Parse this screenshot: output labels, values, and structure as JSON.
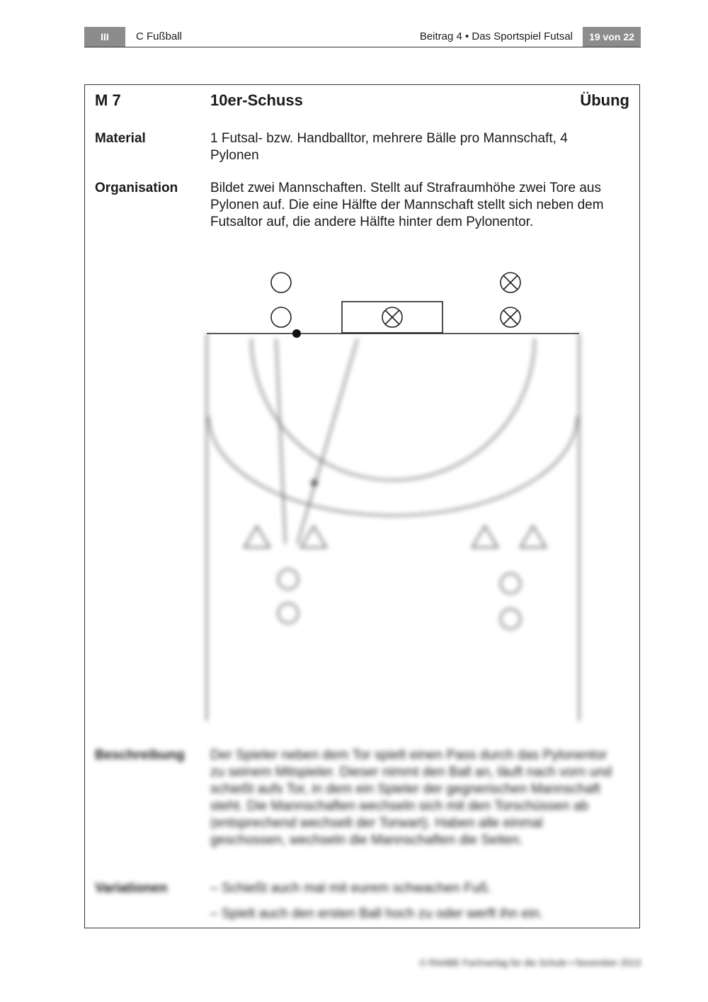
{
  "header": {
    "section": "III",
    "chapter": "C  Fußball",
    "article": "Beitrag 4 • Das Sportspiel Futsal",
    "page": "19 von 22"
  },
  "card": {
    "code": "M 7",
    "title": "10er-Schuss",
    "type": "Übung",
    "material_label": "Material",
    "material_text": "1 Futsal- bzw. Handballtor, mehrere Bälle pro Mannschaft, 4 Pylonen",
    "organisation_label": "Organisation",
    "organisation_text": "Bildet zwei Mannschaften. Stellt auf Strafraumhöhe zwei Tore aus Pylonen auf. Die eine Hälfte der Mannschaft stellt sich neben dem Futsaltor auf, die andere Hälfte hinter dem Pylonentor.",
    "beschreibung_label": "Beschreibung",
    "beschreibung_text": "Der Spieler neben dem Tor spielt einen Pass durch das Pylonentor zu seinem Mitspieler. Dieser nimmt den Ball an, läuft nach vorn und schießt aufs Tor, in dem ein Spieler der gegnerischen Mannschaft steht. Die Mannschaften wechseln sich mit den Torschüssen ab (entsprechend wechselt der Torwart). Haben alle einmal geschossen, wechseln die Mannschaften die Seiten.",
    "variationen_label": "Variationen",
    "variationen": [
      "–  Schießt auch mal mit eurem schwachen Fuß.",
      "–  Spielt auch den ersten Ball hoch zu oder werft ihn ein."
    ]
  },
  "footer": {
    "credit": "© RAABE Fachverlag für die Schule • November 2013"
  },
  "colors": {
    "header_box": "#8c8c8c",
    "line": "#333333"
  }
}
